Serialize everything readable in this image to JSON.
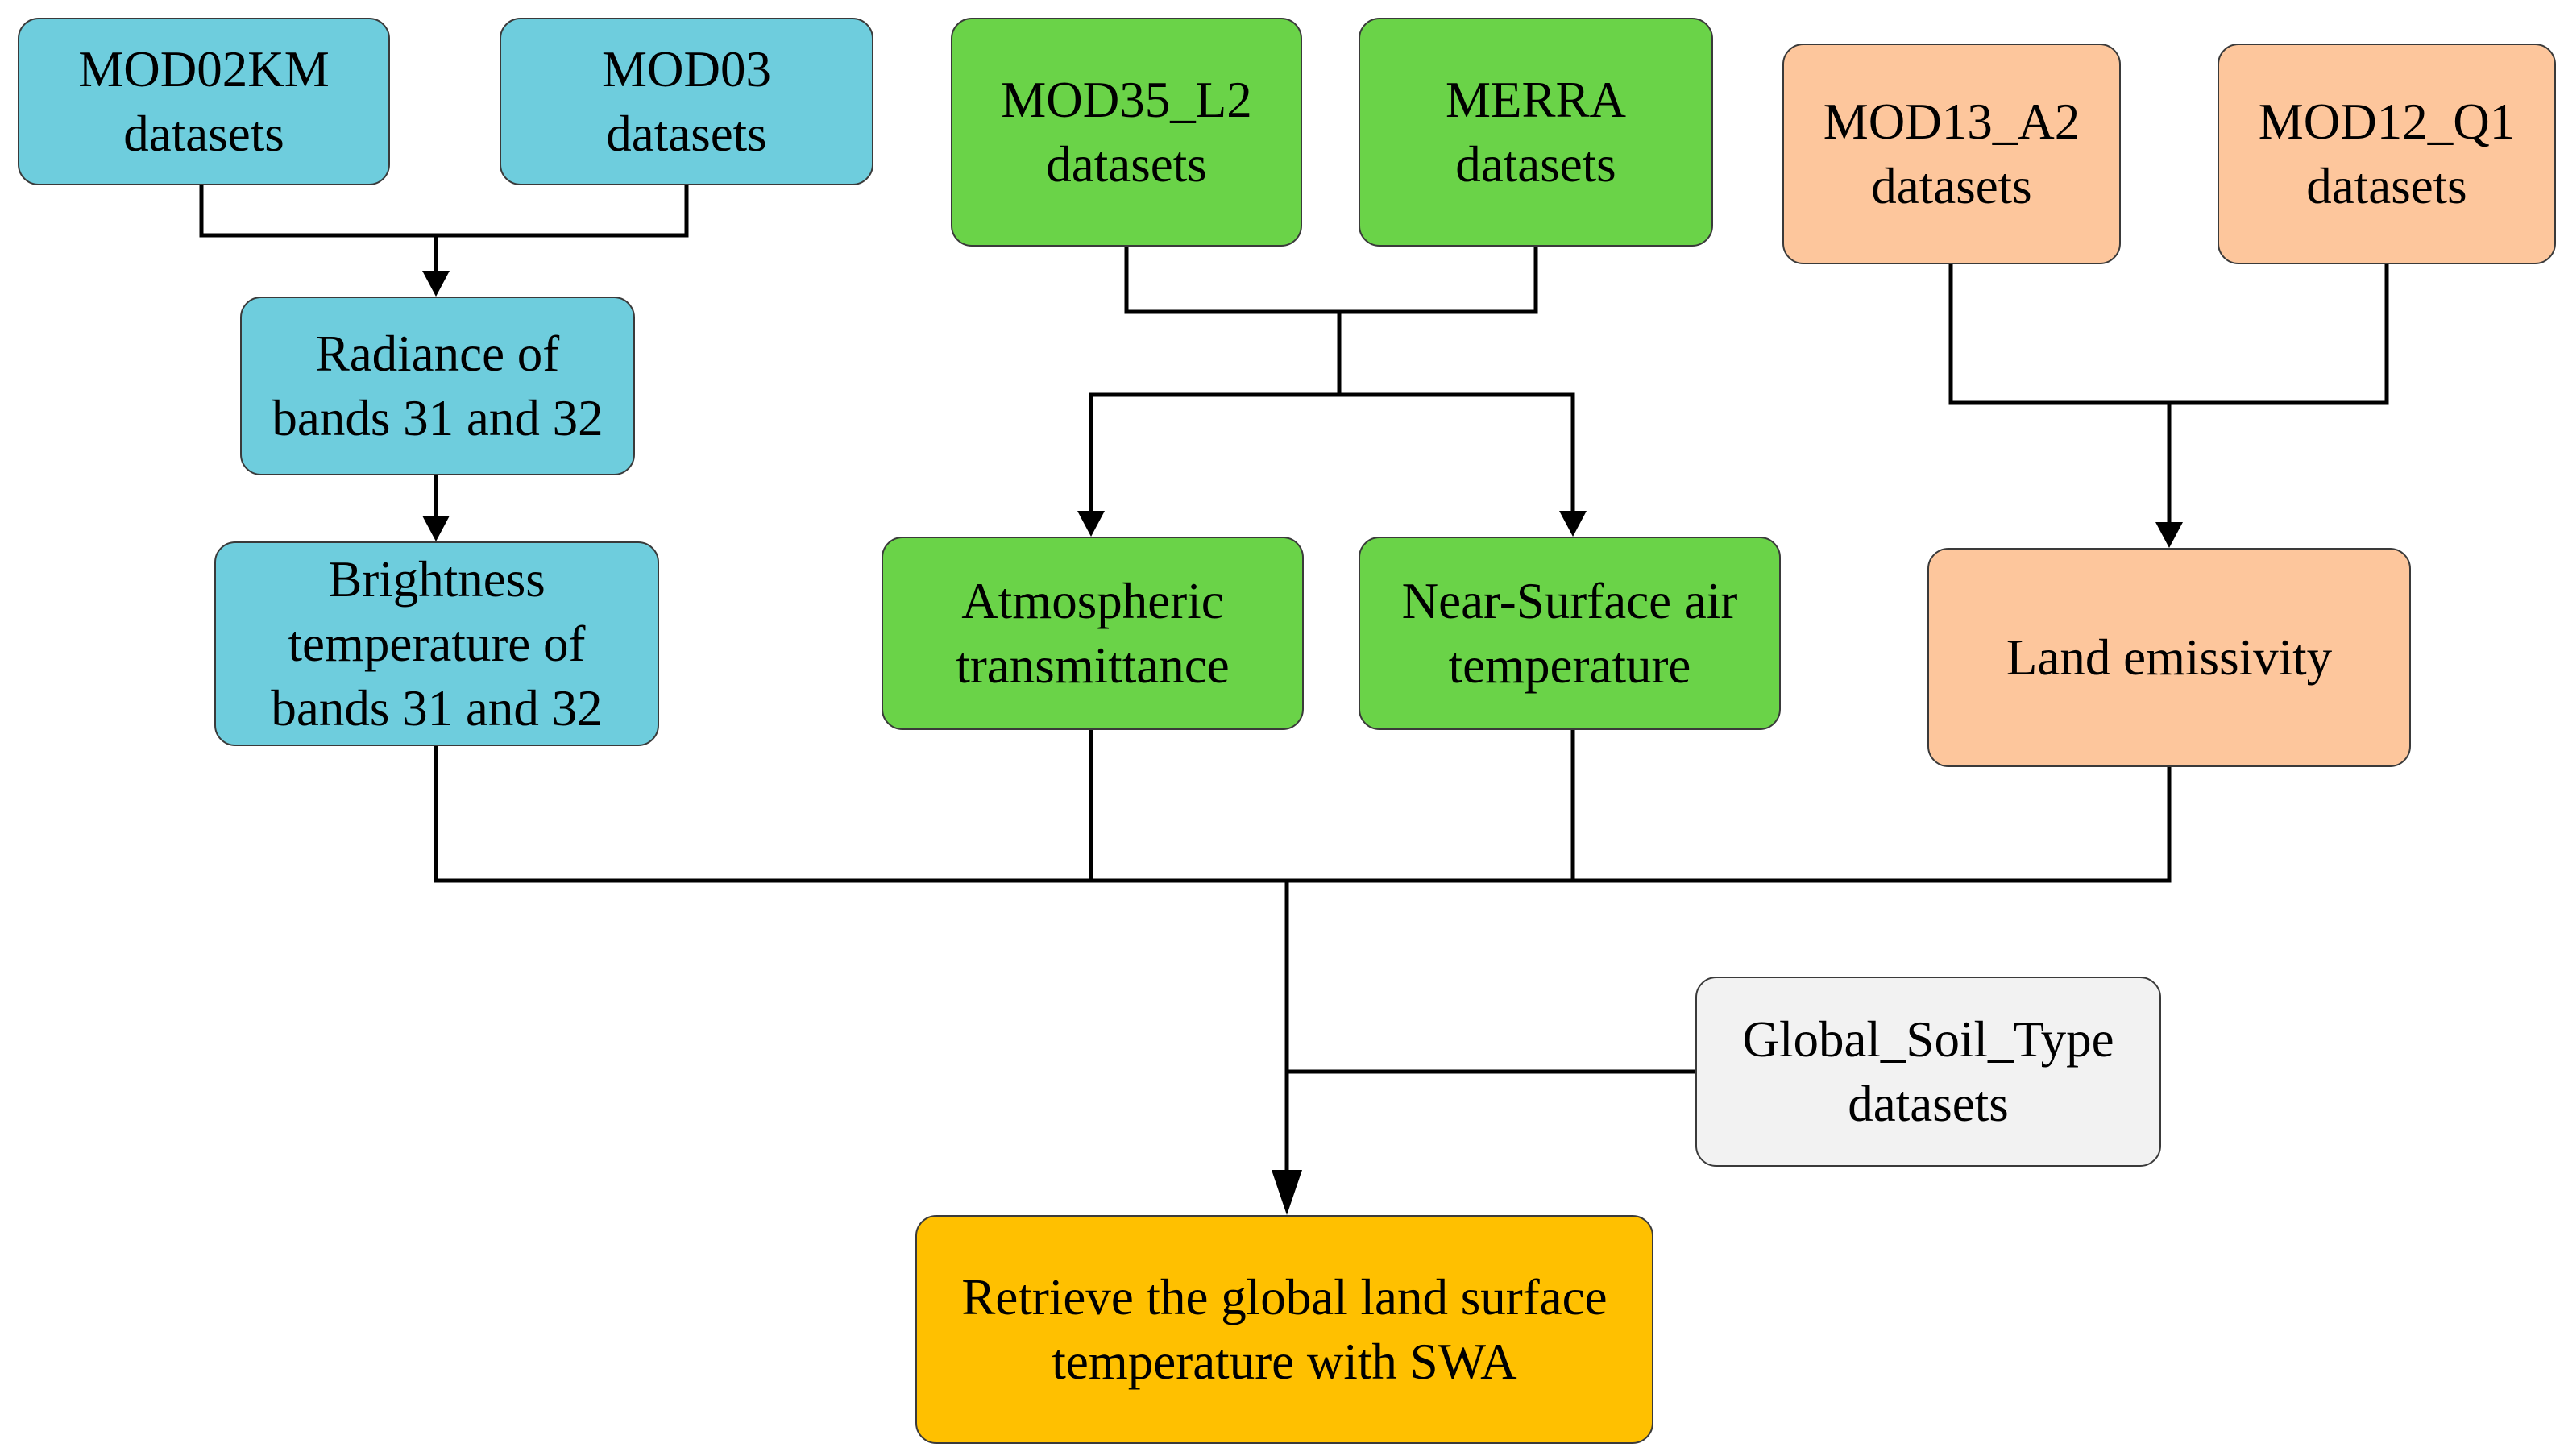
{
  "colors": {
    "blue": "#6ecddd",
    "green": "#6ad348",
    "peach": "#fdc69c",
    "grey": "#f2f2f2",
    "gold": "#ffc000",
    "line": "#000000"
  },
  "nodes": {
    "mod02km": "MOD02KM\ndatasets",
    "mod03": "MOD03\ndatasets",
    "radiance": "Radiance of\nbands 31 and 32",
    "brightness": "Brightness\ntemperature of\nbands 31 and 32",
    "mod35": "MOD35_L2\ndatasets",
    "merra": "MERRA\ndatasets",
    "atmospheric": "Atmospheric\ntransmittance",
    "near_surface": "Near-Surface air\ntemperature",
    "mod13": "MOD13_A2\ndatasets",
    "mod12": "MOD12_Q1\ndatasets",
    "emissivity": "Land emissivity",
    "soil": "Global_Soil_Type\ndatasets",
    "retrieve": "Retrieve the global land surface\ntemperature with SWA"
  }
}
